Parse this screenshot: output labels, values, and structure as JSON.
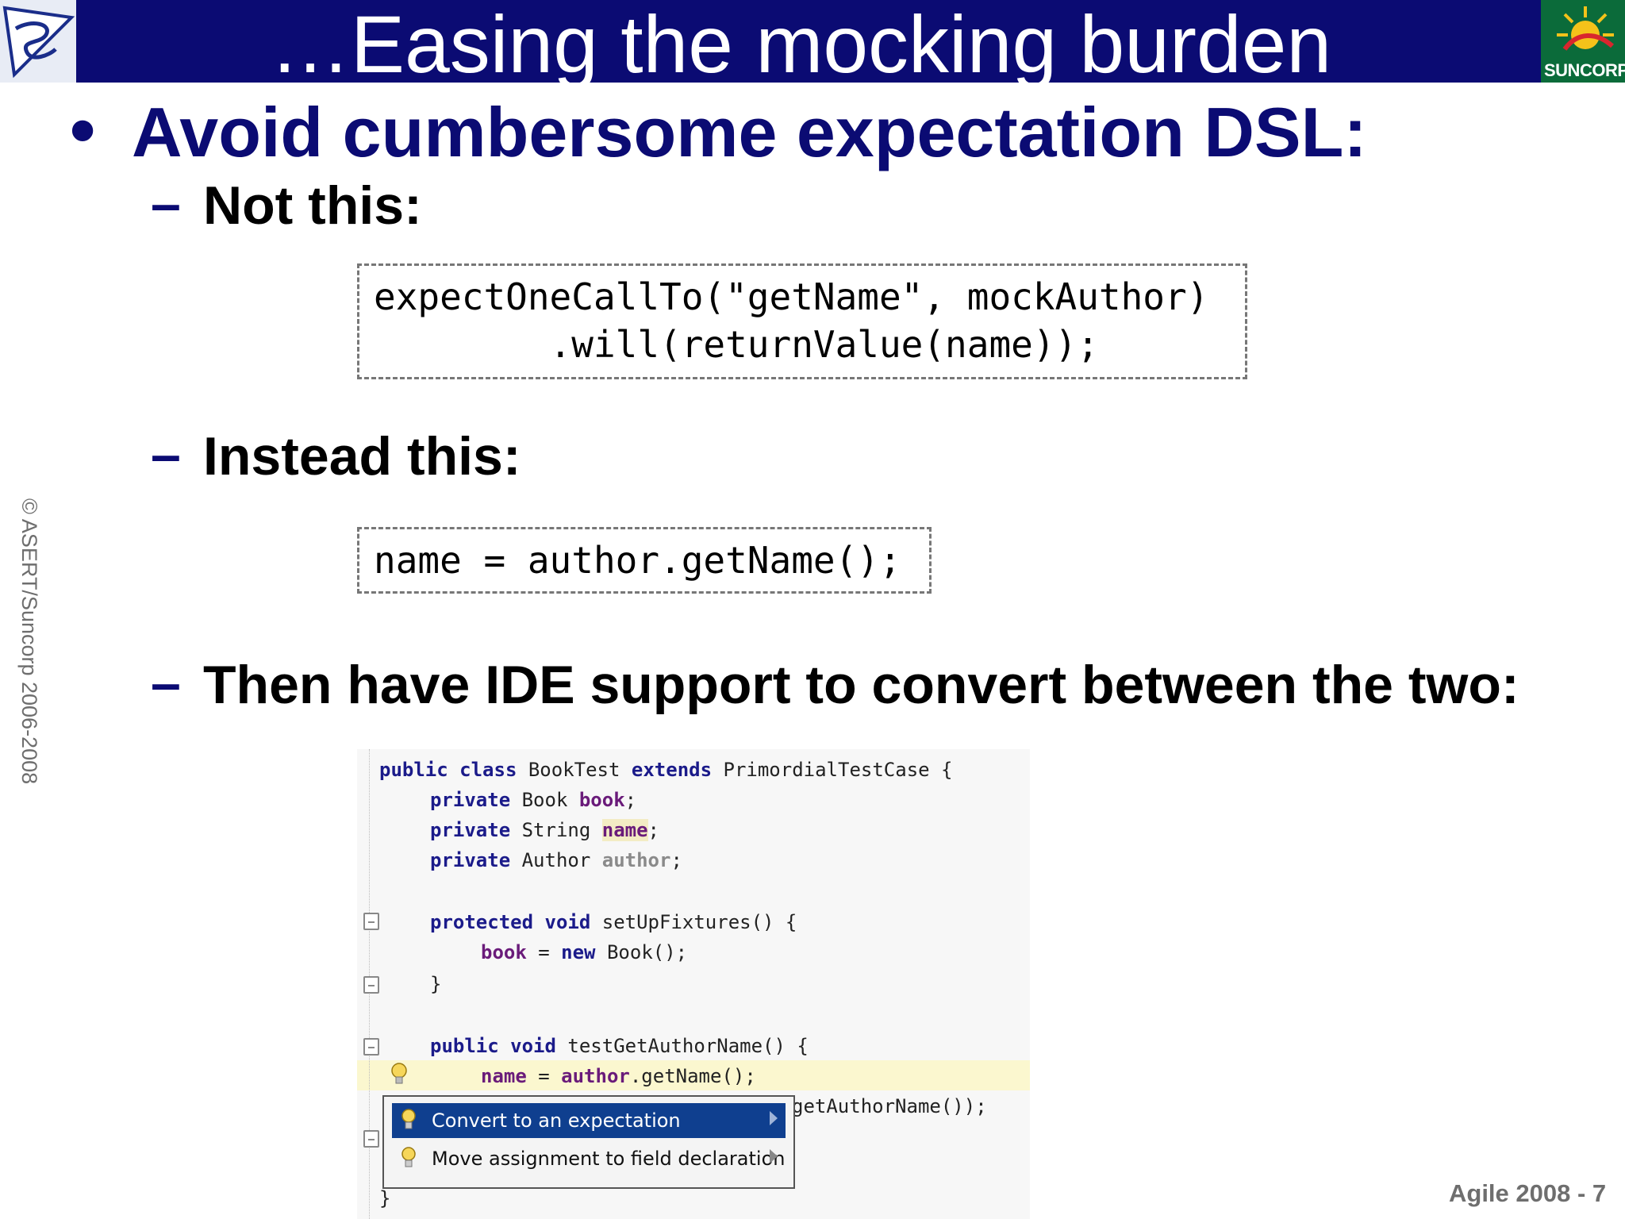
{
  "slide": {
    "title": "…Easing the mocking burden",
    "bullet": "Avoid cumbersome expectation DSL:",
    "copyright": "© ASERT/Suncorp 2006-2008",
    "footer": "Agile 2008 - 7",
    "logo_right_text": "SUNCORP"
  },
  "items": [
    {
      "dash": "–",
      "label": "Not this:"
    },
    {
      "dash": "–",
      "label": "Instead this:"
    },
    {
      "dash": "–",
      "label": "Then have IDE support to convert between the two:"
    }
  ],
  "code_not": [
    "expectOneCallTo(\"getName\", mockAuthor)",
    "        .will(returnValue(name));"
  ],
  "code_instead": [
    "name = author.getName();"
  ],
  "ide": {
    "lines": [
      [
        "public",
        " ",
        "class",
        " BookTest ",
        "extends",
        " PrimordialTestCase {"
      ],
      [
        "private",
        " Book ",
        "book",
        ";"
      ],
      [
        "private",
        " String ",
        "name",
        ";"
      ],
      [
        "private",
        " Author ",
        "author",
        ";"
      ],
      [
        "protected",
        " ",
        "void",
        " setUpFixtures() {"
      ],
      [
        "book",
        " = ",
        "new",
        " Book();"
      ],
      [
        "}"
      ],
      [
        "public",
        " ",
        "void",
        " testGetAuthorName() {"
      ],
      [
        "name",
        " = ",
        "author",
        ".getName();"
      ],
      [
        "getAuthorName());"
      ],
      [
        "}"
      ]
    ],
    "menu": [
      {
        "label": "Convert to an expectation"
      },
      {
        "label": "Move assignment to field declaration"
      }
    ]
  },
  "colors": {
    "title_bar": "#0b0b73",
    "accent_text": "#0b0b73",
    "keyword": "#1b1b8a",
    "field": "#6a1b7a",
    "menu_selected": "#0f3f8f"
  }
}
